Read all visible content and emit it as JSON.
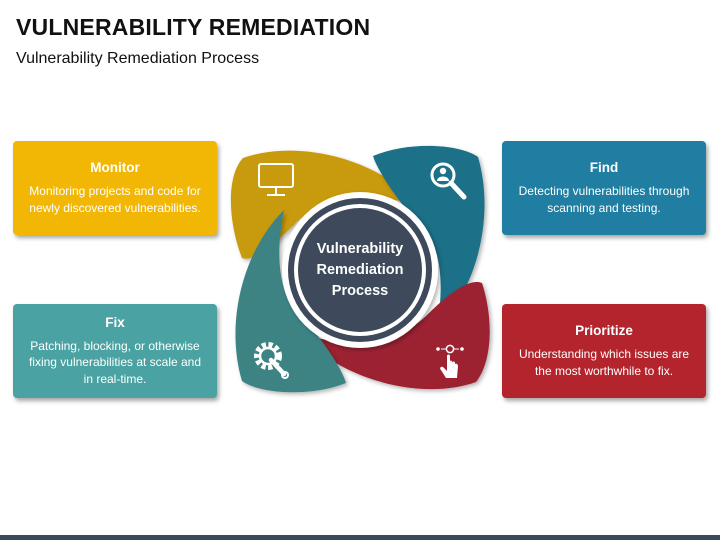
{
  "header": {
    "title": "VULNERABILITY REMEDIATION",
    "subtitle": "Vulnerability Remediation Process"
  },
  "center": {
    "line1": "Vulnerability",
    "line2": "Remediation",
    "line3": "Process"
  },
  "steps": [
    {
      "title": "Monitor",
      "text": "Monitoring projects and code for newly discovered vulnerabilities.",
      "color": "#f2b705",
      "petal_color": "#c89a0a",
      "icon": "monitor-icon"
    },
    {
      "title": "Find",
      "text": "Detecting vulnerabilities through scanning and testing.",
      "color": "#1f7ea1",
      "petal_color": "#1e6f87",
      "icon": "magnifier-user-icon"
    },
    {
      "title": "Fix",
      "text": "Patching, blocking, or otherwise fixing vulnerabilities at scale and in real-time.",
      "color": "#4aa3a2",
      "petal_color": "#3d8384",
      "icon": "gear-wrench-icon"
    },
    {
      "title": "Prioritize",
      "text": "Understanding which issues are the most worthwhile to fix.",
      "color": "#b3242c",
      "petal_color": "#9c2030",
      "icon": "hand-pointer-icon"
    }
  ],
  "center_color": "#3e4a5b"
}
